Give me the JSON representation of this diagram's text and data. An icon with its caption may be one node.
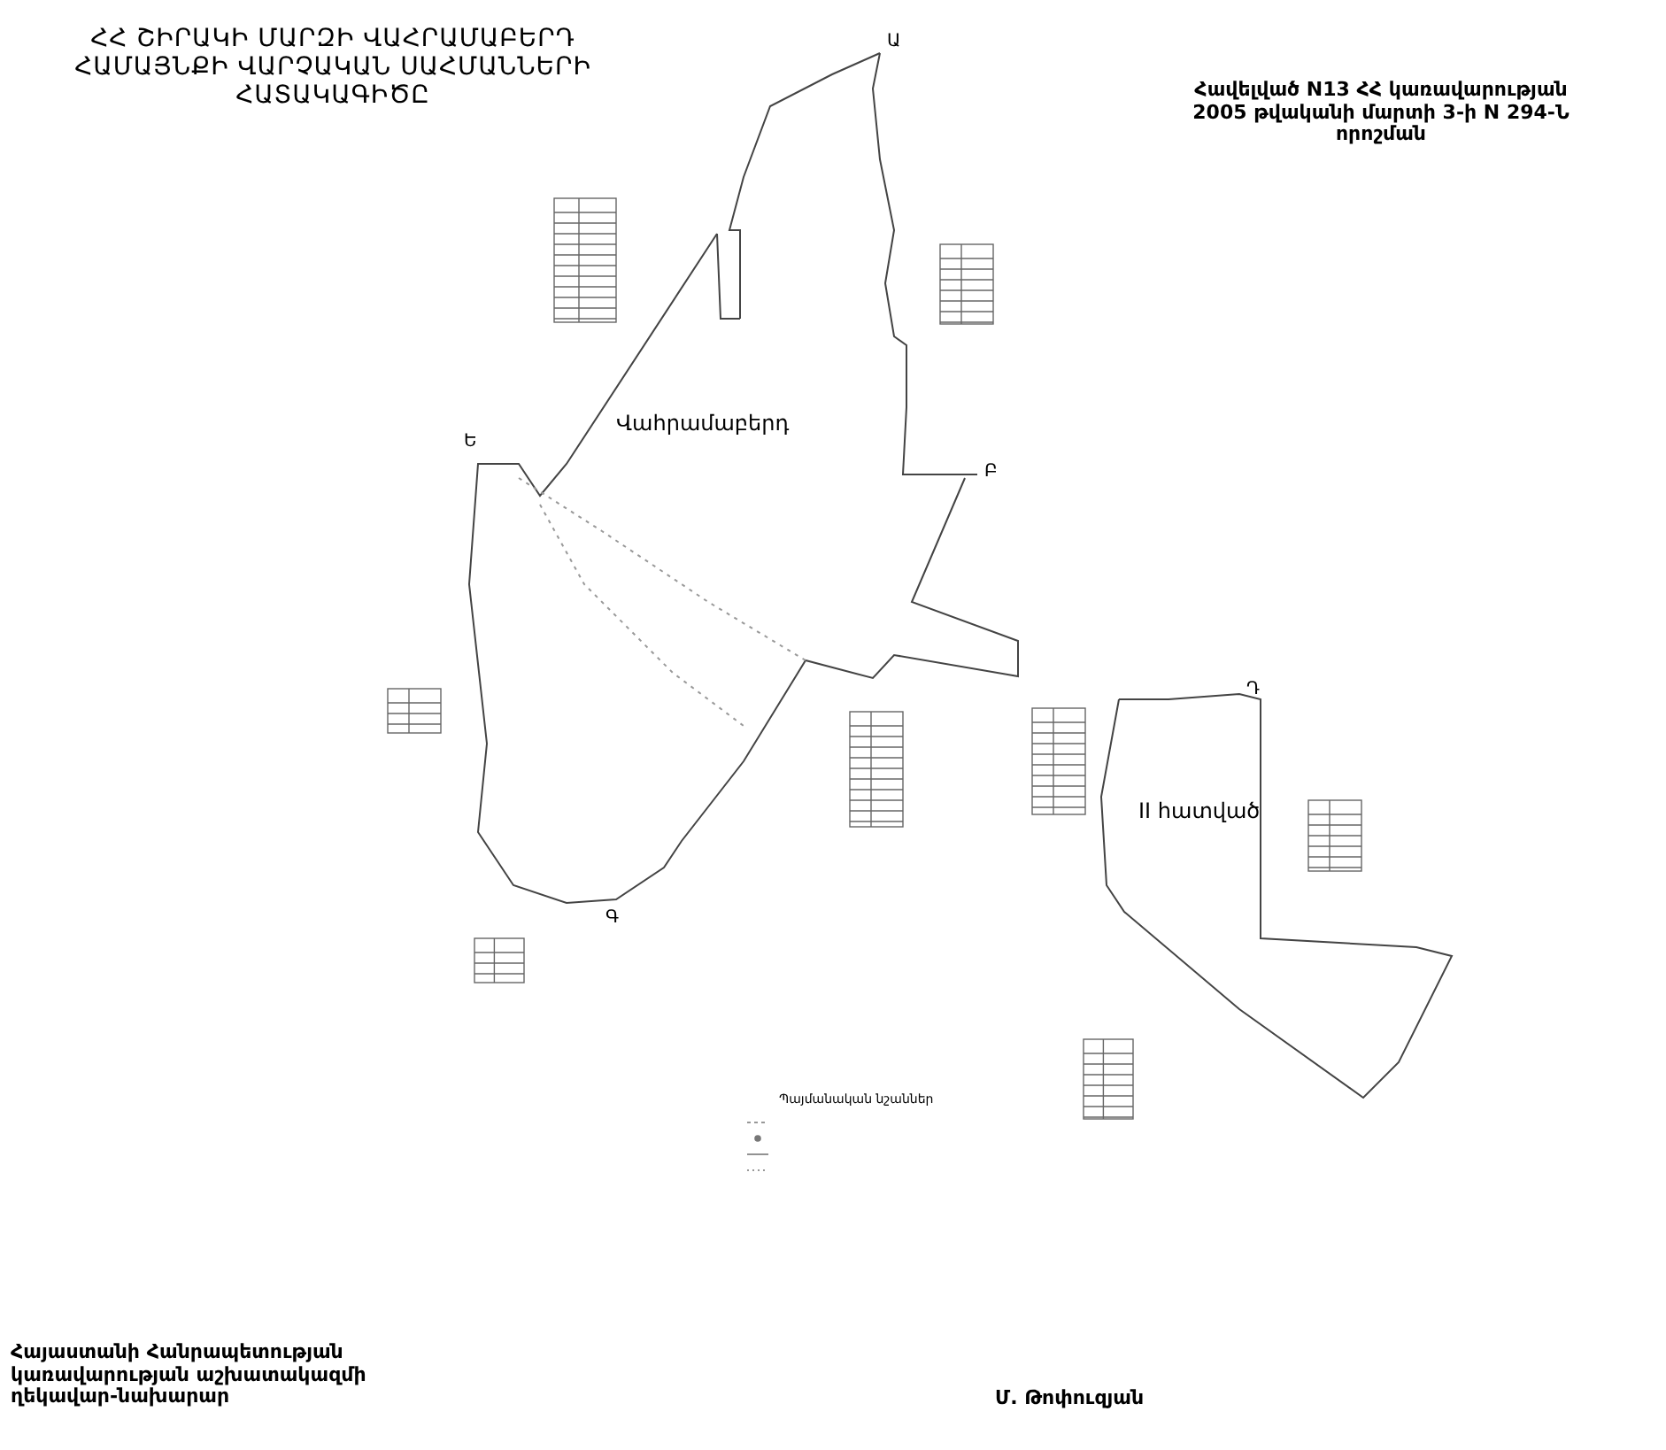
{
  "diagram": {
    "title": "ՀՀ ՇԻՐԱԿԻ ՄԱՐԶԻ ՎԱՀՐԱՄԱԲԵՐԴ ՀԱՄԱՅՆՔԻ ՎԱՐՉԱԿԱՆ ՍԱՀՄԱՆՆԵՐԻ ՀԱՏԱԿԱԳԻԾԸ",
    "labels": [
      "Հավելված N13 ՀՀ կառավարության 2005 թվականի մարտի 3-ի N 294-Ն որոշման",
      "Ա",
      "Վահրամաբերդ",
      "Ե",
      "Բ",
      "Դ",
      "II հատված",
      "Գ",
      "Պայմանական նշաններ",
      "Հայաստանի Հանրապետության կառավարության աշխատակազմի ղեկավար-նախարար",
      "Մ. Թոփուզյան"
    ]
  }
}
